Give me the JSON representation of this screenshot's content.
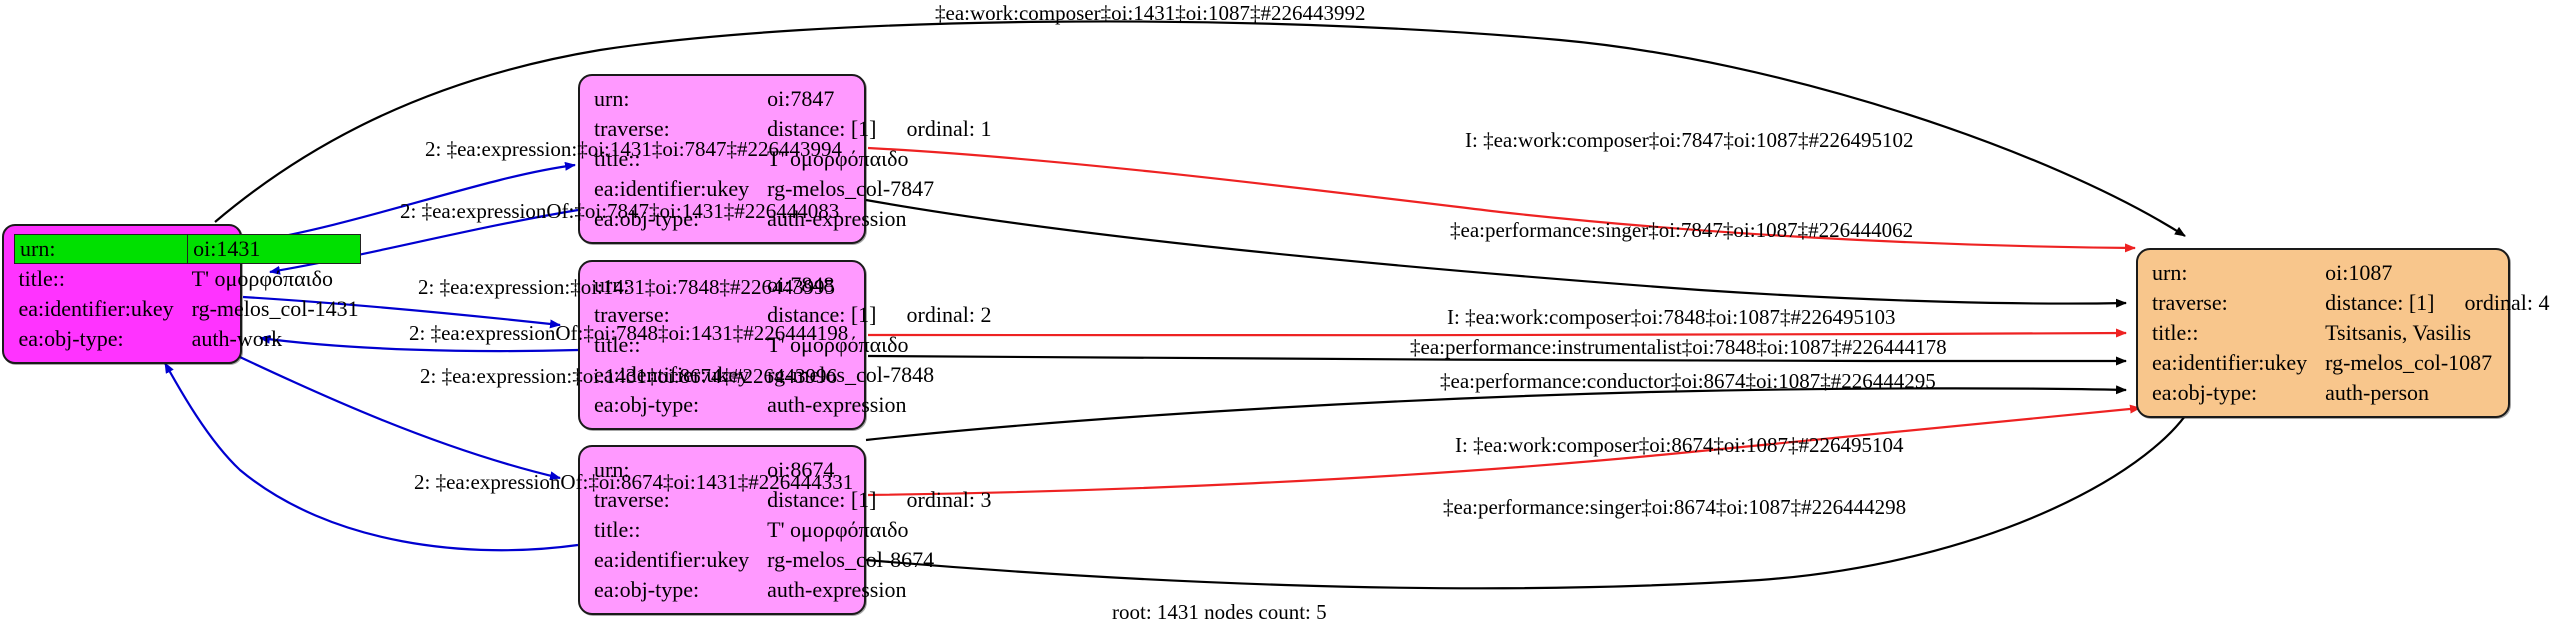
{
  "graph": {
    "caption": "root: 1431 nodes count: 5",
    "colors": {
      "root_node_fill": "#ff33ff",
      "root_header_fill": "#00e000",
      "expression_node_fill": "#ff99ff",
      "person_node_fill": "#f8c68c",
      "edge_black": "#000000",
      "edge_blue": "#0000d0",
      "edge_red": "#ee2222"
    },
    "row_labels": {
      "urn": "urn:",
      "traverse": "traverse:",
      "title": "title::",
      "ukey": "ea:identifier:ukey",
      "objtype": "ea:obj-type:"
    },
    "nodes": [
      {
        "id": "node-1431",
        "urn": "oi:1431",
        "traverse_distance": "",
        "traverse_ordinal": "",
        "title": "T' ομορφόπαιδο",
        "ukey": "rg-melos_col-1431",
        "objtype": "auth-work"
      },
      {
        "id": "node-7847",
        "urn": "oi:7847",
        "traverse_distance": "distance: [1]",
        "traverse_ordinal": "ordinal: 1",
        "title": "T' ομορφόπαιδο",
        "ukey": "rg-melos_col-7847",
        "objtype": "auth-expression"
      },
      {
        "id": "node-7848",
        "urn": "oi:7848",
        "traverse_distance": "distance: [1]",
        "traverse_ordinal": "ordinal: 2",
        "title": "T' ομορφόπαιδο",
        "ukey": "rg-melos_col-7848",
        "objtype": "auth-expression"
      },
      {
        "id": "node-8674",
        "urn": "oi:8674",
        "traverse_distance": "distance: [1]",
        "traverse_ordinal": "ordinal: 3",
        "title": "T' ομορφόπαιδο",
        "ukey": "rg-melos_col-8674",
        "objtype": "auth-expression"
      },
      {
        "id": "node-1087",
        "urn": "oi:1087",
        "traverse_distance": "distance: [1]",
        "traverse_ordinal": "ordinal: 4",
        "title": "Tsitsanis, Vasilis",
        "ukey": "rg-melos_col-1087",
        "objtype": "auth-person"
      }
    ],
    "edges": [
      {
        "id": "edge-work-composer-1431-1087",
        "label": "‡ea:work:composer‡oi:1431‡oi:1087‡#226443992",
        "color": "black",
        "from": "node-1431",
        "to": "node-1087"
      },
      {
        "id": "edge-expression-1431-7847",
        "label": "2: ‡ea:expression:‡oi:1431‡oi:7847‡#226443994",
        "color": "blue",
        "from": "node-1431",
        "to": "node-7847"
      },
      {
        "id": "edge-expressionof-7847-1431",
        "label": "2: ‡ea:expressionOf:‡oi:7847‡oi:1431‡#226444083",
        "color": "blue",
        "from": "node-7847",
        "to": "node-1431"
      },
      {
        "id": "edge-expression-1431-7848",
        "label": "2: ‡ea:expression:‡oi:1431‡oi:7848‡#226443995",
        "color": "blue",
        "from": "node-1431",
        "to": "node-7848"
      },
      {
        "id": "edge-expressionof-7848-1431",
        "label": "2: ‡ea:expressionOf:‡oi:7848‡oi:1431‡#226444198",
        "color": "blue",
        "from": "node-7848",
        "to": "node-1431"
      },
      {
        "id": "edge-expression-1431-8674",
        "label": "2: ‡ea:expression:‡oi:1431‡oi:8674‡#226443996",
        "color": "blue",
        "from": "node-1431",
        "to": "node-8674"
      },
      {
        "id": "edge-expressionof-8674-1431",
        "label": "2: ‡ea:expressionOf:‡oi:8674‡oi:1431‡#226444331",
        "color": "blue",
        "from": "node-8674",
        "to": "node-1431"
      },
      {
        "id": "edge-work-composer-7847-1087",
        "label": "I: ‡ea:work:composer‡oi:7847‡oi:1087‡#226495102",
        "color": "red",
        "from": "node-7847",
        "to": "node-1087"
      },
      {
        "id": "edge-performance-singer-7847-1087",
        "label": "‡ea:performance:singer‡oi:7847‡oi:1087‡#226444062",
        "color": "black",
        "from": "node-7847",
        "to": "node-1087"
      },
      {
        "id": "edge-work-composer-7848-1087",
        "label": "I: ‡ea:work:composer‡oi:7848‡oi:1087‡#226495103",
        "color": "red",
        "from": "node-7848",
        "to": "node-1087"
      },
      {
        "id": "edge-performance-instrumentalist-7848-1087",
        "label": "‡ea:performance:instrumentalist‡oi:7848‡oi:1087‡#226444178",
        "color": "black",
        "from": "node-7848",
        "to": "node-1087"
      },
      {
        "id": "edge-performance-conductor-8674-1087",
        "label": "‡ea:performance:conductor‡oi:8674‡oi:1087‡#226444295",
        "color": "black",
        "from": "node-8674",
        "to": "node-1087"
      },
      {
        "id": "edge-work-composer-8674-1087",
        "label": "I: ‡ea:work:composer‡oi:8674‡oi:1087‡#226495104",
        "color": "red",
        "from": "node-8674",
        "to": "node-1087"
      },
      {
        "id": "edge-performance-singer-8674-1087",
        "label": "‡ea:performance:singer‡oi:8674‡oi:1087‡#226444298",
        "color": "black",
        "from": "node-8674",
        "to": "node-1087"
      }
    ]
  }
}
